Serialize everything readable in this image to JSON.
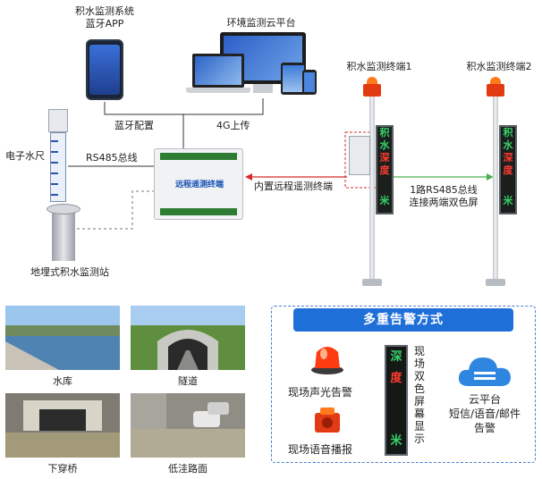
{
  "app": {
    "title": "积水监测系统",
    "subtitle": "蓝牙APP"
  },
  "cloud_platform": {
    "title": "环境监测云平台"
  },
  "links": {
    "bluetooth_config": "蓝牙配置",
    "upload_4g": "4G上传",
    "rs485_bus": "RS485总线",
    "built_in_rtu": "内置远程遥测终端",
    "bus_1way": "1路RS485总线",
    "bus_connect": "连接两端双色屏"
  },
  "devices": {
    "water_ruler": "电子水尺",
    "buried_station": "地埋式积水监测站",
    "module_brand": "远程遥测终端"
  },
  "terminals": {
    "t1": "积水监测终端1",
    "t2": "积水监测终端2",
    "screen_chars": [
      "积",
      "水",
      "深",
      "度",
      "米"
    ]
  },
  "scenes": [
    {
      "label": "水库"
    },
    {
      "label": "隧道"
    },
    {
      "label": "下穿桥"
    },
    {
      "label": "低洼路面"
    }
  ],
  "alarm": {
    "title": "多重告警方式",
    "sound_light": "现场声光告警",
    "voice": "现场语音播报",
    "dual_screen": "现场双色屏幕显示",
    "screen_chars": [
      "深",
      "度",
      "米"
    ],
    "cloud_title": "云平台",
    "cloud_desc1": "短信/语音/邮件",
    "cloud_desc2": "告警"
  },
  "colors": {
    "accent": "#1f6fd8",
    "arrow_red": "#d62b2b",
    "line_green": "#4caf50",
    "led_green": "#36d46a",
    "led_red": "#ff3b2f"
  }
}
